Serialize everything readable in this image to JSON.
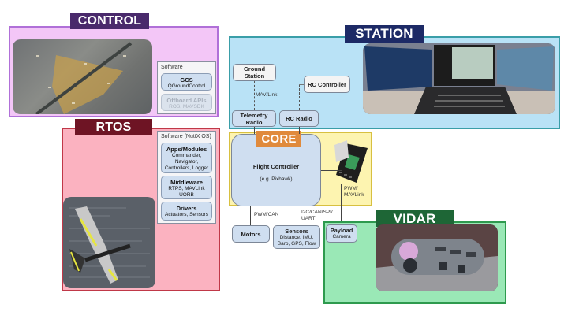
{
  "regions": {
    "control": {
      "title": "CONTROL",
      "colors": {
        "fill": "#f3c6f7",
        "border": "#b070d8",
        "title_bg": "#4a2a6c"
      },
      "image": "satellite-map-photo",
      "software": {
        "label": "Software",
        "boxes": [
          {
            "heading": "GCS",
            "detail": "QGroundControl",
            "faded": false
          },
          {
            "heading": "Offboard APIs",
            "detail": "ROS, MAVSDK",
            "faded": true
          }
        ]
      }
    },
    "station": {
      "title": "STATION",
      "colors": {
        "fill": "#b9e2f6",
        "border": "#3a9ea8",
        "title_bg": "#1d2a66"
      },
      "image": "ground-station-monitors-photo",
      "nodes": {
        "ground_station": "Ground Station",
        "rc_controller": "RC Controller",
        "telemetry_radio": "Telemetry Radio",
        "rc_radio": "RC Radio"
      },
      "link_label": "MAV/Link"
    },
    "rtos": {
      "title": "RTOS",
      "colors": {
        "fill": "#fbb2c0",
        "border": "#c03848",
        "title_bg": "#6e1424"
      },
      "image": "fixed-wing-drone-code-photo",
      "software": {
        "label": "Software (NuttX OS)",
        "boxes": [
          {
            "heading": "Apps/Modules",
            "detail": "Commander, Navigator, Controllers, Logger"
          },
          {
            "heading": "Middleware",
            "detail": "RTPS, MAVLink UORB"
          },
          {
            "heading": "Drivers",
            "detail": "Actuators, Sensors"
          }
        ]
      }
    },
    "core": {
      "title": "CORE",
      "colors": {
        "fill": "#fdf4b0",
        "border": "#d8c040",
        "title_bg": "#e08a3c"
      },
      "flight_controller": {
        "heading": "Flight Controller",
        "detail": "(e.g. Pixhawk)"
      },
      "image": "pixhawk-hardware-photo",
      "payload_link_label": "PWM/ MAVLink"
    },
    "vidar": {
      "title": "VIDAR",
      "colors": {
        "fill": "#9ae8b6",
        "border": "#2e9a4e",
        "title_bg": "#1e6636"
      },
      "image": "gimbal-camera-photo"
    }
  },
  "peripherals": {
    "motors": {
      "heading": "Motors"
    },
    "sensors": {
      "heading": "Sensors",
      "detail": "Distance, IMU, Baro, GPS, Flow"
    },
    "payload": {
      "heading": "Payload",
      "detail": "Camera"
    },
    "motors_link_label": "PWM/CAN",
    "sensors_link_label": "I2C/CAN/SPI/ UART"
  }
}
